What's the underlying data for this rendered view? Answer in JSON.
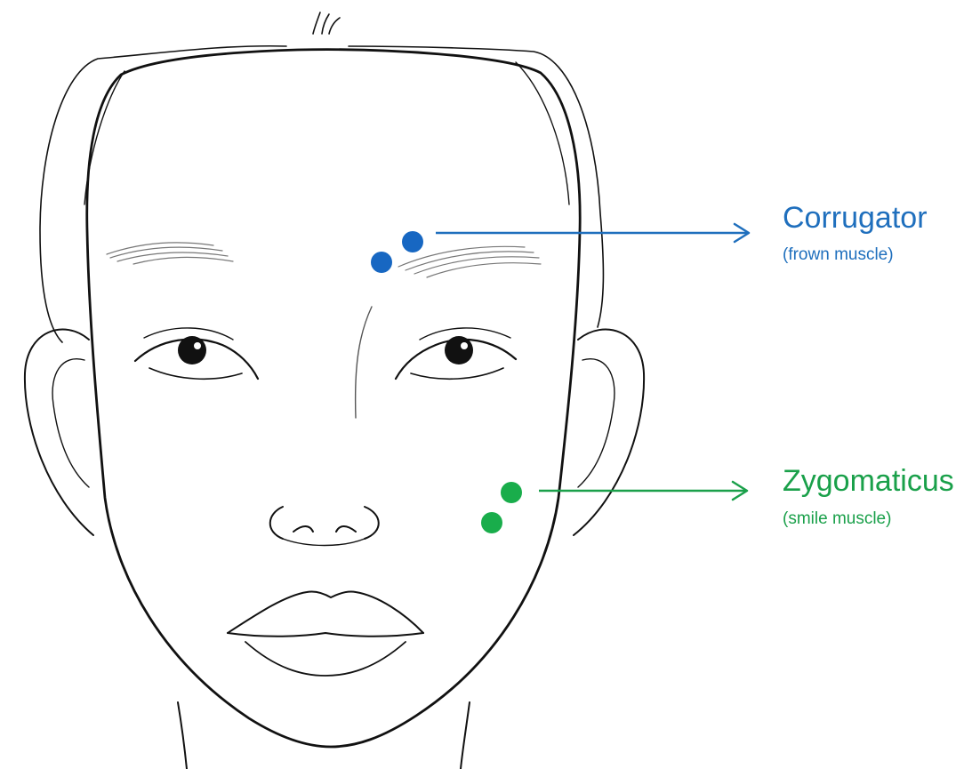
{
  "colors": {
    "corrugator": "#1f6fbd",
    "corrugator_dot": "#1767c2",
    "zygomaticus": "#1aa04a",
    "zygomaticus_dot": "#19ad4b",
    "line_art": "#111111"
  },
  "labels": {
    "corrugator": {
      "title": "Corrugator",
      "subtitle": "(frown muscle)"
    },
    "zygomaticus": {
      "title": "Zygomaticus",
      "subtitle": "(smile muscle)"
    }
  }
}
